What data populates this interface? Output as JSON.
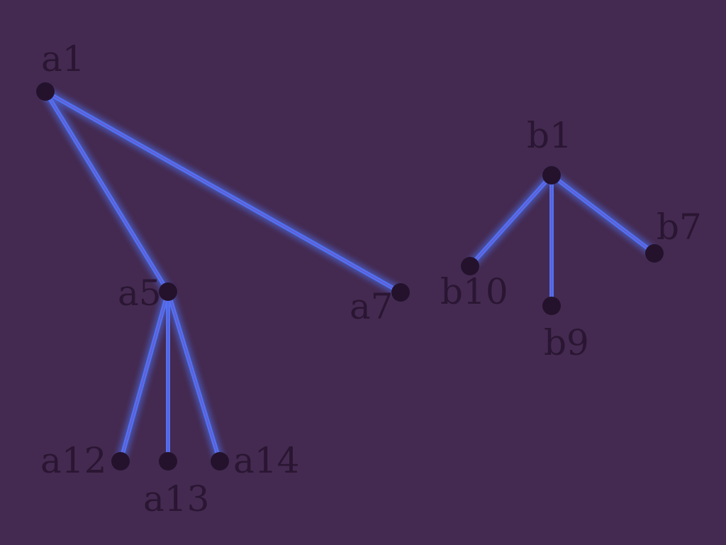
{
  "diagram": {
    "colors": {
      "background": "#442a50",
      "edge": "#4f72f5",
      "edge_line": "#6a58c8",
      "node": "#24122c",
      "label": "#2a1633"
    },
    "nodes": [
      {
        "id": "a1",
        "label": "a1"
      },
      {
        "id": "a5",
        "label": "a5"
      },
      {
        "id": "a7",
        "label": "a7"
      },
      {
        "id": "a12",
        "label": "a12"
      },
      {
        "id": "a13",
        "label": "a13"
      },
      {
        "id": "a14",
        "label": "a14"
      },
      {
        "id": "b1",
        "label": "b1"
      },
      {
        "id": "b7",
        "label": "b7"
      },
      {
        "id": "b9",
        "label": "b9"
      },
      {
        "id": "b10",
        "label": "b10"
      }
    ],
    "edges": [
      {
        "from": "a1",
        "to": "a5"
      },
      {
        "from": "a1",
        "to": "a7"
      },
      {
        "from": "a5",
        "to": "a12"
      },
      {
        "from": "a5",
        "to": "a13"
      },
      {
        "from": "a5",
        "to": "a14"
      },
      {
        "from": "b1",
        "to": "b10"
      },
      {
        "from": "b1",
        "to": "b9"
      },
      {
        "from": "b1",
        "to": "b7"
      }
    ]
  }
}
